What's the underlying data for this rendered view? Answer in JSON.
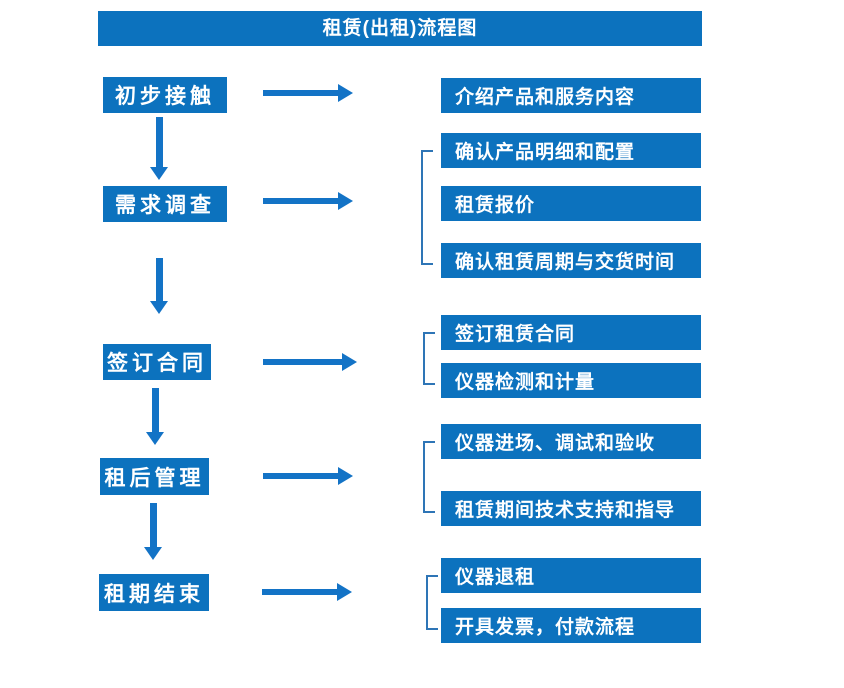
{
  "title": "租赁(出租)流程图",
  "colors": {
    "box_blue": "#0C72BE",
    "arrow_blue": "#1373C6",
    "bracket_blue": "#2E75B6",
    "text_white": "#FFFFFF"
  },
  "flow": [
    {
      "step": "初步接触",
      "details": [
        "介绍产品和服务内容"
      ]
    },
    {
      "step": "需求调查",
      "details": [
        "确认产品明细和配置",
        "租赁报价",
        "确认租赁周期与交货时间"
      ]
    },
    {
      "step": "签订合同",
      "details": [
        "签订租赁合同",
        "仪器检测和计量"
      ]
    },
    {
      "step": "租后管理",
      "details": [
        "仪器进场、调试和验收",
        "租赁期间技术支持和指导"
      ]
    },
    {
      "step": "租期结束",
      "details": [
        "仪器退租",
        "开具发票，付款流程"
      ]
    }
  ]
}
